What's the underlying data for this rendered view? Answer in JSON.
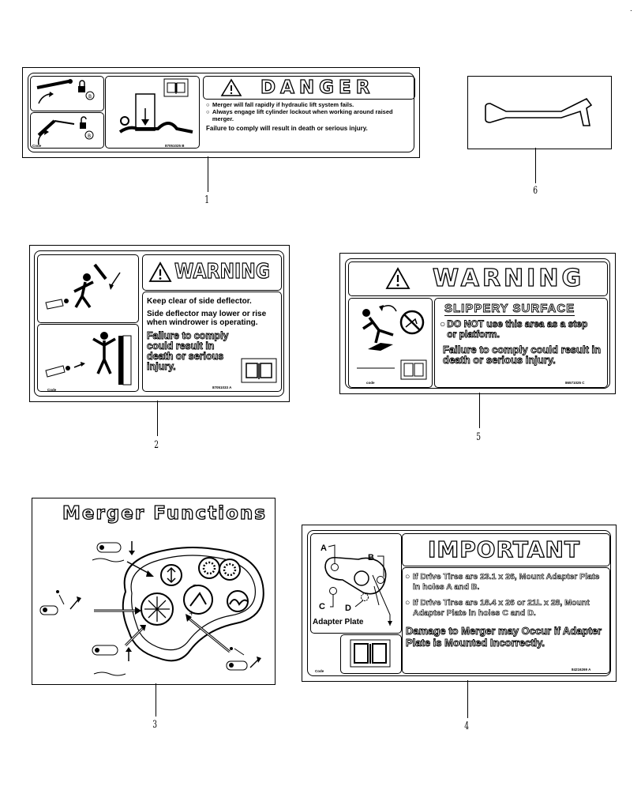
{
  "page": {
    "corner_mark": "."
  },
  "callouts": [
    "1",
    "2",
    "3",
    "4",
    "5",
    "6"
  ],
  "decal1": {
    "header": "DANGER",
    "bullets": [
      "Merger will fall rapidly if hydraulic lift system fails.",
      "Always engage lift cylinder lockout when working around raised merger."
    ],
    "failure": "Failure to comply will result in death or serious injury.",
    "code_label": "Code",
    "part_number": "87051025 B"
  },
  "decal2": {
    "header": "WARNING",
    "line1": "Keep clear of side deflector.",
    "line2": "Side deflector may lower or rise when windrower is operating.",
    "failure": "Failure to comply could result in death or serious injury.",
    "code_label": "Code",
    "part_number": "87051033 A"
  },
  "decal3": {
    "title": "Merger Functions"
  },
  "decal4": {
    "header": "IMPORTANT",
    "bullet1": "If Drive Tires are 23.1 x 26, Mount Adapter Plate in holes A and B.",
    "bullet2": "If Drive Tires are 18.4 x 26 or 21L x 28, Mount Adapter Plate in holes C and D.",
    "damage": "Damage to Merger may Occur if Adapter Plate is Mounted Incorrectly.",
    "labels": {
      "a": "A",
      "b": "B",
      "c": "C",
      "d": "D"
    },
    "adapter_label": "Adapter Plate",
    "code_label": "Code",
    "part_number": "84216269 A"
  },
  "decal5": {
    "header": "WARNING",
    "subheader": "SLIPPERY SURFACE",
    "bullet": "DO NOT use this area as a step or platform.",
    "failure": "Failure to comply could result in death or serious injury.",
    "code_label": "code",
    "part_number": "86571025 C"
  }
}
